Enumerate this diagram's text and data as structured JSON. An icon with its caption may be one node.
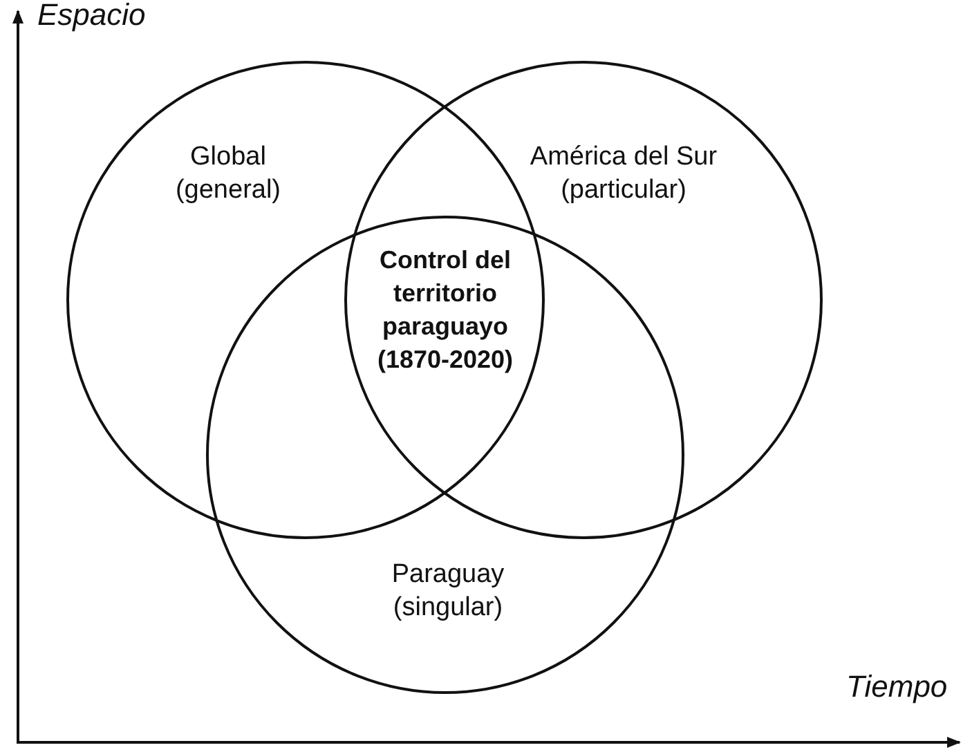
{
  "diagram": {
    "nodes": [
      {
        "text": [
          "Global (general)"
        ]
      },
      {
        "text": [
          "América del Sur (particular)"
        ]
      },
      {
        "text": [
          "Paraguay (singular)"
        ]
      }
    ],
    "labels": [
      "Espacio",
      "Control del territorio paraguayo (1870-2020)",
      "Tiempo"
    ]
  }
}
